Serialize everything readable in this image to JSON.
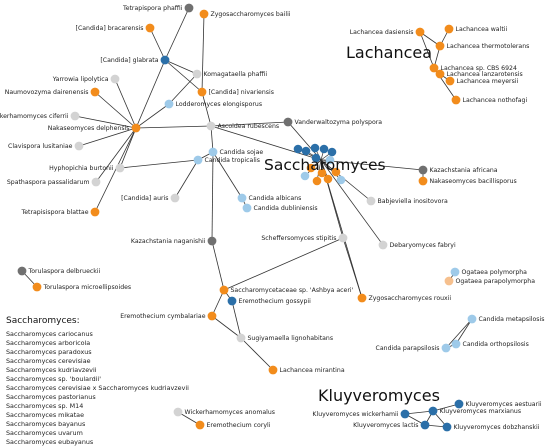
{
  "colors": {
    "orange": "#f28c1c",
    "light_blue": "#9ecae9",
    "dark_blue": "#2b6fa8",
    "gray": "#d3d3d3",
    "dark_gray": "#707070",
    "peach": "#f6c08e",
    "edge": "#333333"
  },
  "group_labels": [
    {
      "id": "lachancea",
      "text": "Lachancea"
    },
    {
      "id": "saccharomyces",
      "text": "Saccharomyces"
    },
    {
      "id": "kluyveromyces",
      "text": "Kluyveromyces"
    }
  ],
  "legend": {
    "title": "Saccharomyces:",
    "items": [
      "Saccharomyces cariocanus",
      "Saccharomyces arboricola",
      "Saccharomyces paradoxus",
      "Saccharomyces cerevisiae",
      "Saccharomyces kudriavzevii",
      "Saccharomyces sp. 'boulardii'",
      "Saccharomyces cerevisiae x Saccharomyces kudriavzevii",
      "Saccharomyces pastorianus",
      "Saccharomyces sp. M14",
      "Saccharomyces mikatae",
      "Saccharomyces bayanus",
      "Saccharomyces uvarum",
      "Saccharomyces eubayanus"
    ]
  },
  "nodes": [
    {
      "id": "tet_phaffii",
      "label": "Tetrapispora phaffii",
      "color": "dark_gray"
    },
    {
      "id": "zygo_bailii",
      "label": "Zygosaccharomyces bailii",
      "color": "orange"
    },
    {
      "id": "bracarensis",
      "label": "[Candida] bracarensis",
      "color": "orange"
    },
    {
      "id": "glabrata",
      "label": "[Candida] glabrata",
      "color": "dark_blue"
    },
    {
      "id": "komagataella",
      "label": "Komagataella phaffii",
      "color": "gray"
    },
    {
      "id": "yarrowia",
      "label": "Yarrowia lipolytica",
      "color": "gray"
    },
    {
      "id": "naumovozyma",
      "label": "Naumovozyma dairenensis",
      "color": "orange"
    },
    {
      "id": "nivariensis",
      "label": "[Candida] nivariensis",
      "color": "orange"
    },
    {
      "id": "lodderomyces",
      "label": "Lodderomyces elongisporus",
      "color": "light_blue"
    },
    {
      "id": "wickerhamomyces_cif",
      "label": "Wickerhamomyces ciferrii",
      "color": "gray"
    },
    {
      "id": "vanderwaltozyma",
      "label": "Vanderwaltozyma polyspora",
      "color": "dark_gray"
    },
    {
      "id": "ascoidea",
      "label": "Ascoidea rubescens",
      "color": "gray"
    },
    {
      "id": "nakaseo_delph",
      "label": "Nakaseomyces delphensis",
      "color": "orange"
    },
    {
      "id": "clavispora",
      "label": "Clavispora lusitaniae",
      "color": "gray"
    },
    {
      "id": "hyphopichia",
      "label": "Hyphopichia burtonii",
      "color": "gray"
    },
    {
      "id": "tropicalis",
      "label": "Candida tropicalis",
      "color": "light_blue"
    },
    {
      "id": "sojae",
      "label": "Candida sojae",
      "color": "light_blue"
    },
    {
      "id": "spathaspora",
      "label": "Spathaspora passalidarum",
      "color": "gray"
    },
    {
      "id": "tet_blattae",
      "label": "Tetrapisispora blattae",
      "color": "orange"
    },
    {
      "id": "auris",
      "label": "[Candida] auris",
      "color": "gray"
    },
    {
      "id": "albicans",
      "label": "Candida albicans",
      "color": "light_blue"
    },
    {
      "id": "dubliniensis",
      "label": "Candida dubliniensis",
      "color": "light_blue"
    },
    {
      "id": "kazachstania_nag",
      "label": "Kazachstania naganishii",
      "color": "dark_gray"
    },
    {
      "id": "kazachstania_afr",
      "label": "Kazachstania africana",
      "color": "dark_gray"
    },
    {
      "id": "nakaseo_bacil",
      "label": "Nakaseomyces bacillisporus",
      "color": "orange"
    },
    {
      "id": "babjeviella",
      "label": "Babjeviella inositovora",
      "color": "gray"
    },
    {
      "id": "scheffersomyces",
      "label": "Scheffersomyces stipitis",
      "color": "gray"
    },
    {
      "id": "debaryomyces",
      "label": "Debaryomyces fabryi",
      "color": "gray"
    },
    {
      "id": "lach_dasiensis",
      "label": "Lachancea dasiensis",
      "color": "orange"
    },
    {
      "id": "lach_waltii",
      "label": "Lachancea waltii",
      "color": "orange"
    },
    {
      "id": "lach_thermo",
      "label": "Lachancea thermotolerans",
      "color": "orange"
    },
    {
      "id": "lach_cbs",
      "label": "Lachancea sp. CBS 6924",
      "color": "orange"
    },
    {
      "id": "lach_lanz",
      "label": "Lachancea lanzarotensis",
      "color": "orange"
    },
    {
      "id": "lach_meyersii",
      "label": "Lachancea meyersii",
      "color": "orange"
    },
    {
      "id": "lach_nothofagi",
      "label": "Lachancea nothofagi",
      "color": "orange"
    },
    {
      "id": "torula_delb",
      "label": "Torulaspora delbrueckii",
      "color": "dark_gray"
    },
    {
      "id": "torula_micro",
      "label": "Torulaspora microellipsoides",
      "color": "orange"
    },
    {
      "id": "ashbya",
      "label": "Saccharomycetaceae sp. 'Ashbya aceri'",
      "color": "orange"
    },
    {
      "id": "ere_gossypii",
      "label": "Eremothecium gossypii",
      "color": "dark_blue"
    },
    {
      "id": "ere_cymbalariae",
      "label": "Eremothecium cymbalariae",
      "color": "orange"
    },
    {
      "id": "zygo_rouxii",
      "label": "Zygosaccharomyces rouxii",
      "color": "orange"
    },
    {
      "id": "ogataea_poly",
      "label": "Ogataea polymorpha",
      "color": "light_blue"
    },
    {
      "id": "ogataea_para",
      "label": "Ogataea parapolymorpha",
      "color": "peach"
    },
    {
      "id": "sugiyamaella",
      "label": "Sugiyamaella lignohabitans",
      "color": "gray"
    },
    {
      "id": "lach_mirantina",
      "label": "Lachancea mirantina",
      "color": "orange"
    },
    {
      "id": "cand_metap",
      "label": "Candida metapsilosis",
      "color": "light_blue"
    },
    {
      "id": "cand_parap",
      "label": "Candida parapsilosis",
      "color": "light_blue"
    },
    {
      "id": "cand_ortho",
      "label": "Candida orthopsilosis",
      "color": "light_blue"
    },
    {
      "id": "kluy_aestuarii",
      "label": "Kluyveromyces aestuarii",
      "color": "dark_blue"
    },
    {
      "id": "kluy_wicker",
      "label": "Kluyveromyces wickerhamii",
      "color": "dark_blue"
    },
    {
      "id": "kluy_marxianus",
      "label": "Kluyveromyces marxianus",
      "color": "dark_blue"
    },
    {
      "id": "kluy_lactis",
      "label": "Kluyveromyces lactis",
      "color": "dark_blue"
    },
    {
      "id": "kluy_dobzh",
      "label": "Kluyveromyces dobzhanskii",
      "color": "dark_blue"
    },
    {
      "id": "wick_anomalus",
      "label": "Wickerhamomyces anomalus",
      "color": "gray"
    },
    {
      "id": "ere_coryli",
      "label": "Eremothecium coryli",
      "color": "orange"
    }
  ]
}
